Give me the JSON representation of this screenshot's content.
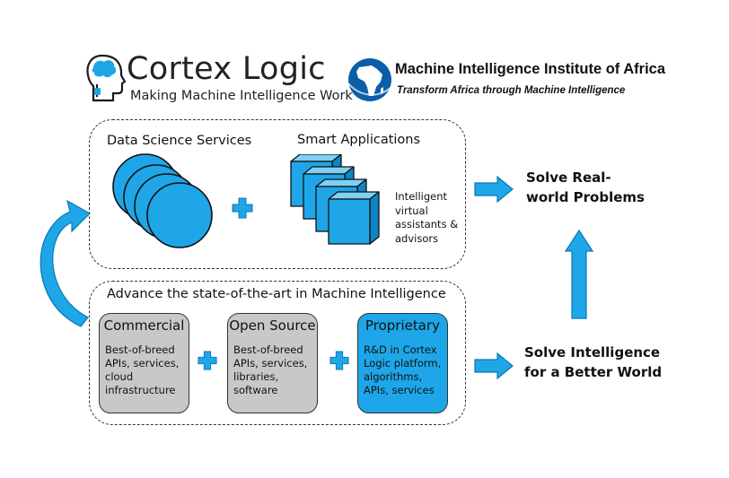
{
  "logos": {
    "cortex": {
      "name": "Cortex Logic",
      "tagline": "Making Machine Intelligence Work",
      "icon": "head-brain-icon"
    },
    "miia": {
      "name": "Machine Intelligence Institute of Africa",
      "tagline": "Transform Africa through Machine Intelligence",
      "icon": "africa-globe-icon"
    }
  },
  "top_box": {
    "data_science_title": "Data Science Services",
    "smart_apps_title": "Smart Applications",
    "smart_apps_note": "Intelligent\nvirtual\nassistants &\nadvisors"
  },
  "bottom_box": {
    "title": "Advance the state-of-the-art in Machine Intelligence",
    "cards": [
      {
        "title": "Commercial",
        "body": "Best-of-breed\nAPIs, services,\ncloud\ninfrastructure",
        "color": "#c8c8c8"
      },
      {
        "title": "Open Source",
        "body": "Best-of-breed\nAPIs, services,\nlibraries,\nsoftware",
        "color": "#c8c8c8"
      },
      {
        "title": "Proprietary",
        "body": "R&D in Cortex\nLogic platform,\nalgorithms,\nAPIs, services",
        "color": "#1ea6e8"
      }
    ]
  },
  "outcomes": {
    "real_world": "Solve Real-\nworld Problems",
    "better_world": "Solve Intelligence\nfor a Better World"
  },
  "colors": {
    "accent": "#1ea6e8",
    "accent_dark": "#0b77b3",
    "neutral_card": "#c8c8c8"
  }
}
